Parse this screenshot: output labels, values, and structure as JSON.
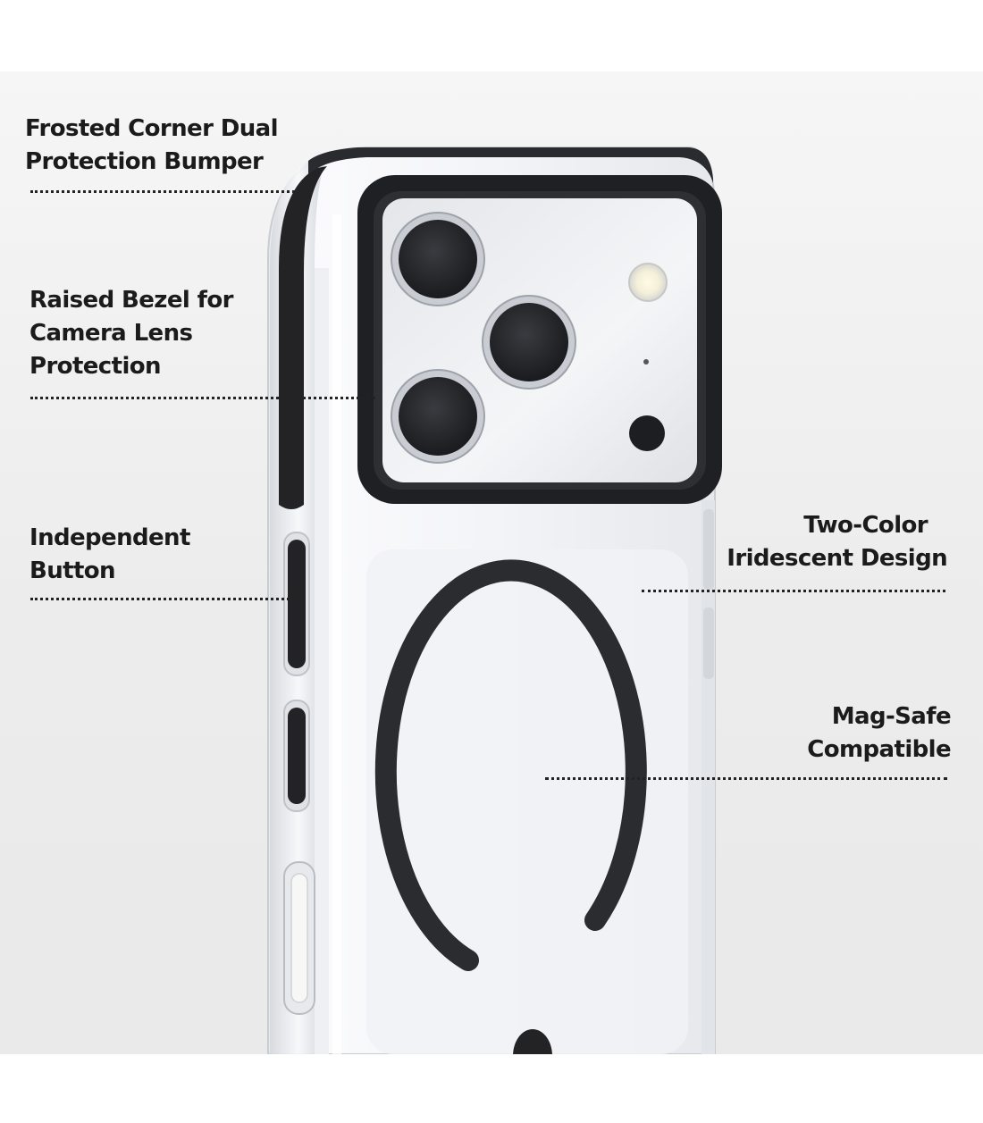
{
  "callouts": {
    "frosted_corner": {
      "line1": "Frosted Corner Dual",
      "line2": "Protection Bumper"
    },
    "raised_bezel": {
      "line1": "Raised Bezel for",
      "line2": "Camera Lens",
      "line3": "Protection"
    },
    "independent_button": {
      "line1": "Independent",
      "line2": "Button"
    },
    "two_color": {
      "line1": "Two-Color",
      "line2": "Iridescent Design"
    },
    "magsafe": {
      "line1": "Mag-Safe",
      "line2": "Compatible"
    }
  },
  "colors": {
    "text": "#1b1b1b",
    "bumper_black": "#232326",
    "lens_ring": "#c9cdd3",
    "case_clear": "#f4f5f8"
  },
  "icons": [
    "camera-lens-icon",
    "flash-icon",
    "magsafe-ring-icon"
  ]
}
